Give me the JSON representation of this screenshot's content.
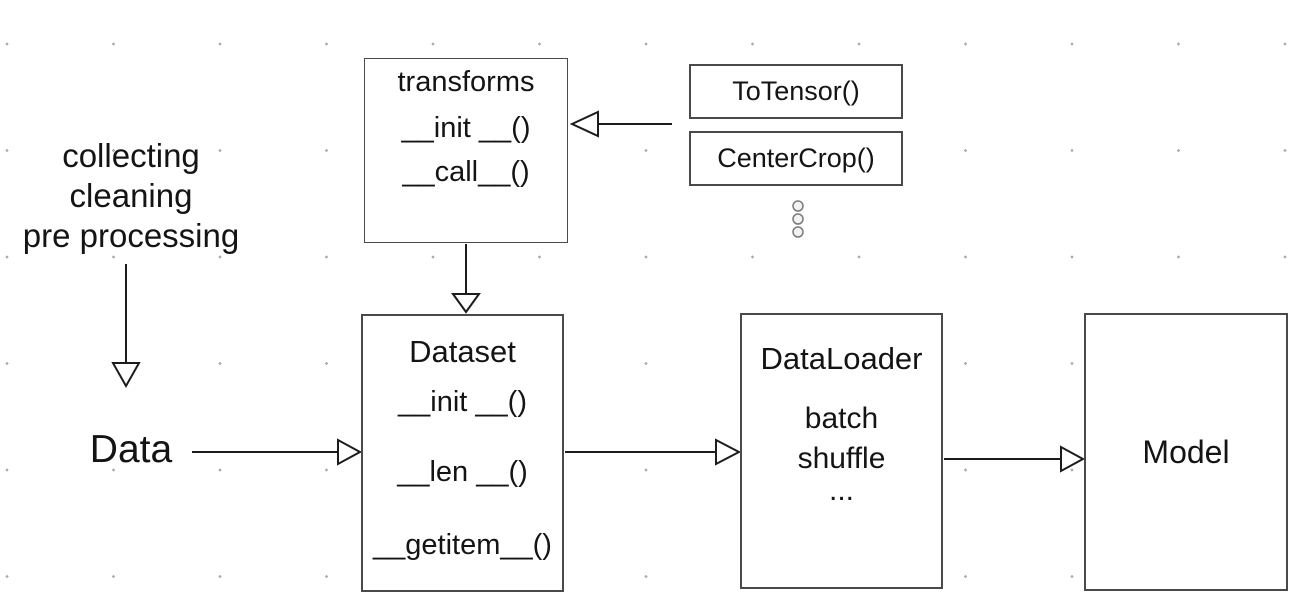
{
  "preprocessing_note": {
    "lines": [
      "collecting",
      "cleaning",
      "pre processing"
    ]
  },
  "data_node": {
    "label": "Data"
  },
  "transforms_node": {
    "title": "transforms",
    "methods": [
      "__init __()",
      "__call__()"
    ]
  },
  "transform_ops": [
    {
      "label": "ToTensor()"
    },
    {
      "label": "CenterCrop()"
    }
  ],
  "dataset_node": {
    "title": "Dataset",
    "methods": [
      "__init __()",
      "__len __()",
      "__getitem__()"
    ]
  },
  "dataloader_node": {
    "title": "DataLoader",
    "features": [
      "batch",
      "shuffle",
      "..."
    ]
  },
  "model_node": {
    "label": "Model"
  },
  "colors": {
    "line": "#1c1c1c",
    "box_border": "#4a4a4a",
    "text": "#141414",
    "dot_grid": "#b3aa9c",
    "background": "#ffffff"
  }
}
